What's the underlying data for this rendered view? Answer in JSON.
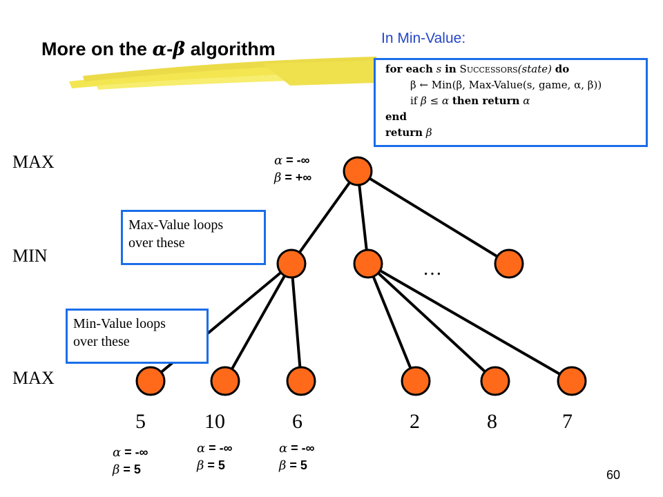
{
  "slide": {
    "title_prefix": "More on the ",
    "title_alpha": "α",
    "title_dash": "-",
    "title_beta": "β",
    "title_suffix": " algorithm",
    "page_number": "60"
  },
  "code_panel": {
    "heading": "In Min-Value:",
    "line1_kw1": "for each",
    "line1_var": "s",
    "line1_kw2": "in",
    "line1_fn": "Successors",
    "line1_arg": "(state)",
    "line1_kw3": "do",
    "line2_text": "β ← Min(β, Max-Value(s, game, α, β))",
    "line3_if": "if",
    "line3_cond": "β ≤ α",
    "line3_then": "then return",
    "line3_ret": "α",
    "line4": "end",
    "line5_kw": "return",
    "line5_var": "β"
  },
  "levels": {
    "top": "MAX",
    "middle": "MIN",
    "bottom": "MAX"
  },
  "callouts": {
    "max_value": [
      "Max-Value loops",
      "over these"
    ],
    "min_value": [
      "Min-Value loops",
      "over these"
    ]
  },
  "root_bounds": {
    "alpha": "α",
    "alpha_value": " = -∞",
    "beta": "β",
    "beta_value": " = +∞"
  },
  "leaf_bounds": [
    {
      "alpha": "α",
      "alpha_value": " = -∞",
      "beta": "β",
      "beta_value": " = 5"
    },
    {
      "alpha": "α",
      "alpha_value": " = -∞",
      "beta": "β",
      "beta_value": " = 5"
    },
    {
      "alpha": "α",
      "alpha_value": " = -∞",
      "beta": "β",
      "beta_value": " = 5"
    }
  ],
  "leaf_values": [
    "5",
    "10",
    "6",
    "2",
    "8",
    "7"
  ],
  "ellipsis": "…",
  "colors": {
    "node_fill": "#ff6a1a",
    "node_stroke": "#000000",
    "box_border": "#1a6ee8",
    "heading": "#2446c8",
    "highlight": "#f2e233"
  }
}
